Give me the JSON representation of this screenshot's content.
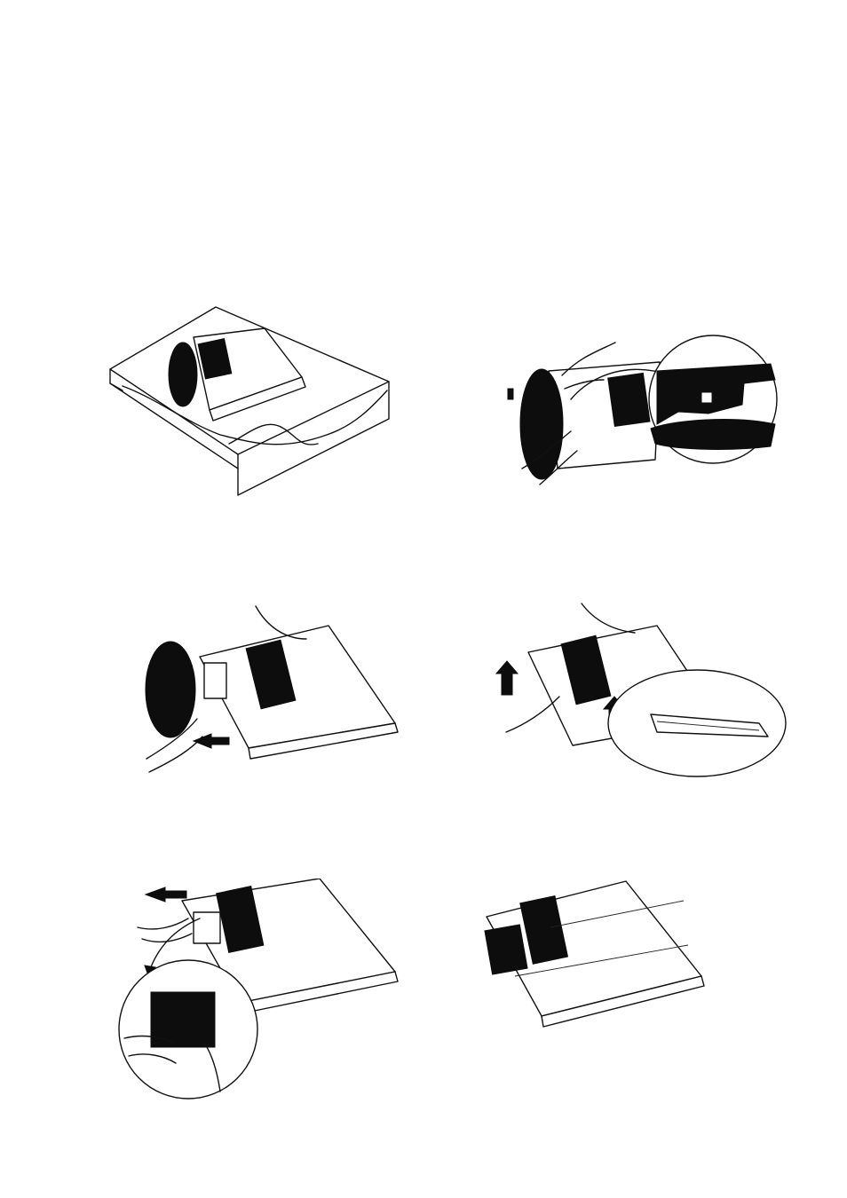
{
  "figures": [
    {
      "id": "place-monitor-on-cushion",
      "icon": "monitor-face-down-illustration"
    },
    {
      "id": "detach-stand-release-catch",
      "icon": "release-latch-detail-illustration"
    },
    {
      "id": "pull-stand-outward",
      "icon": "pull-stand-arrow-illustration"
    },
    {
      "id": "lift-stand-upward",
      "icon": "lift-hinge-detail-illustration"
    },
    {
      "id": "slide-hinge-cover-off",
      "icon": "remove-hinge-cover-illustration"
    },
    {
      "id": "stand-removed-result",
      "icon": "monitor-without-stand-illustration"
    }
  ],
  "colors": {
    "ink": "#111111",
    "fill": "#0d0d0d",
    "paper": "#ffffff"
  }
}
